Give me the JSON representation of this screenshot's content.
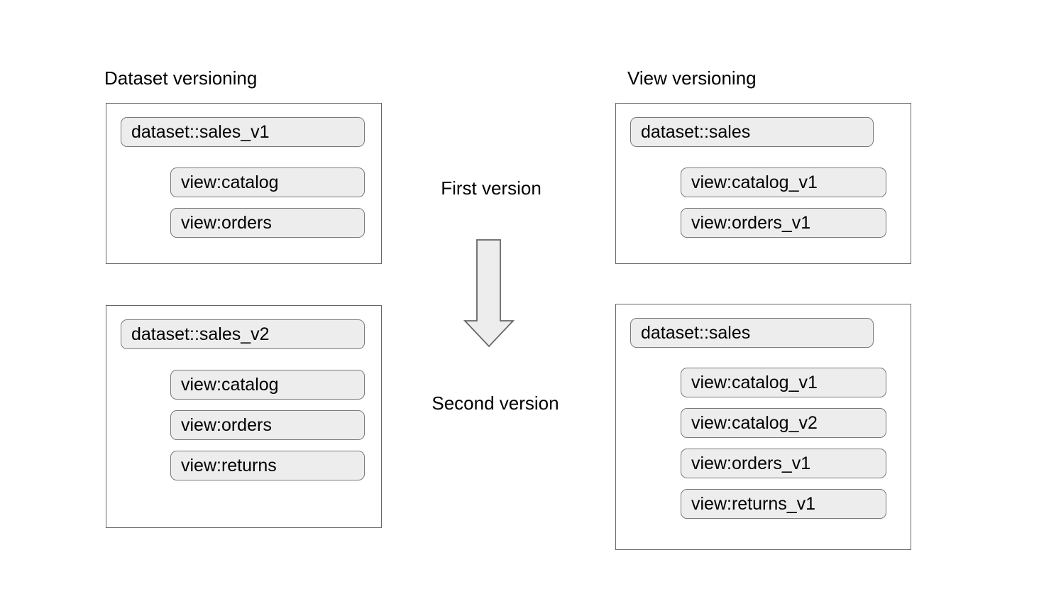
{
  "diagram": {
    "title_left": "Dataset versioning",
    "title_right": "View versioning",
    "flow": {
      "first_label": "First version",
      "second_label": "Second version",
      "arrow_direction": "down",
      "arrow_icon": "down-arrow-icon"
    },
    "colors": {
      "pill_fill": "#ededed",
      "pill_border": "#7a7a7a",
      "box_border": "#666666",
      "arrow_fill": "#ededed",
      "arrow_border": "#666666",
      "background": "#ffffff",
      "text": "#000000"
    },
    "columns": [
      {
        "name": "dataset-versioning",
        "title": "Dataset versioning",
        "groups": [
          {
            "name": "first-version-group",
            "dataset": "dataset::sales_v1",
            "views": [
              "view:catalog",
              "view:orders"
            ]
          },
          {
            "name": "second-version-group",
            "dataset": "dataset::sales_v2",
            "views": [
              "view:catalog",
              "view:orders",
              "view:returns"
            ]
          }
        ]
      },
      {
        "name": "view-versioning",
        "title": "View versioning",
        "groups": [
          {
            "name": "first-version-group",
            "dataset": "dataset::sales",
            "views": [
              "view:catalog_v1",
              "view:orders_v1"
            ]
          },
          {
            "name": "second-version-group",
            "dataset": "dataset::sales",
            "views": [
              "view:catalog_v1",
              "view:catalog_v2",
              "view:orders_v1",
              "view:returns_v1"
            ]
          }
        ]
      }
    ]
  }
}
